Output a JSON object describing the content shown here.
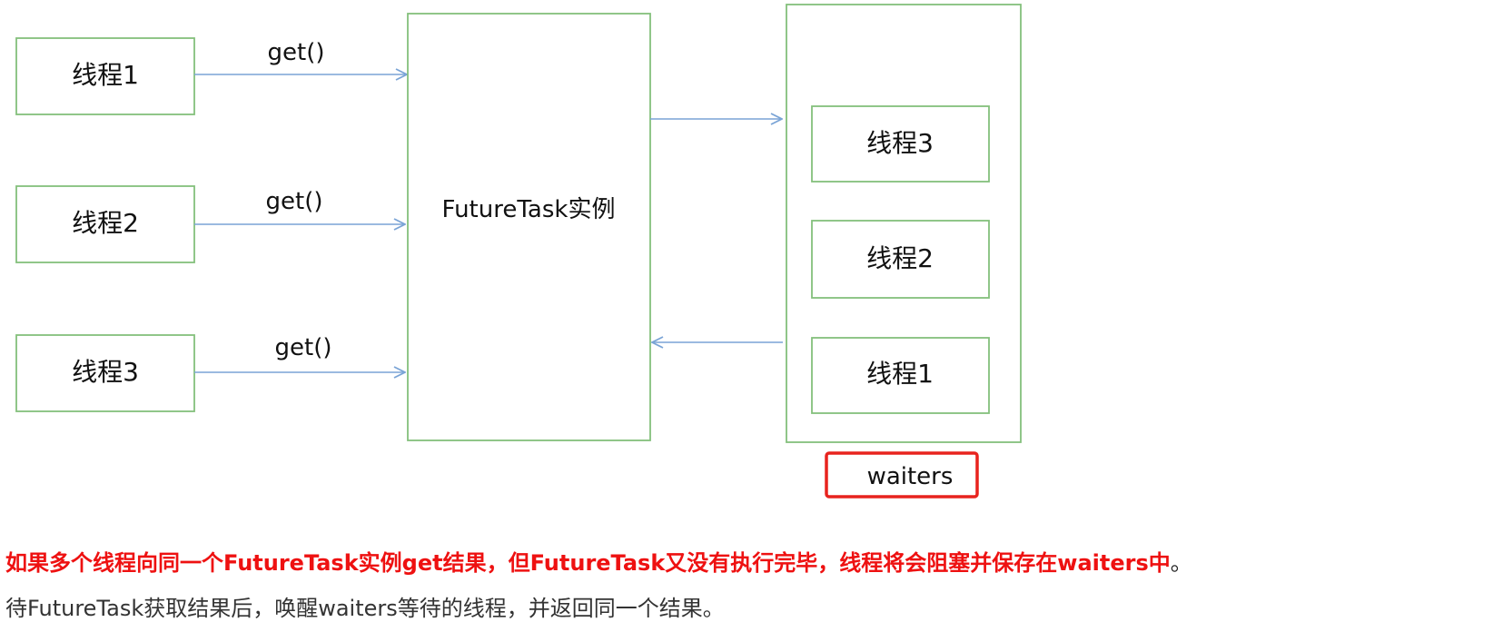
{
  "diagram": {
    "left_threads": [
      "线程1",
      "线程2",
      "线程3"
    ],
    "call_labels": [
      "get()",
      "get()",
      "get()"
    ],
    "futuretask_label": "FutureTask实例",
    "waiters_threads": [
      "线程3",
      "线程2",
      "线程1"
    ],
    "waiters_label": "waiters",
    "colors": {
      "box_border": "#84c07c",
      "arrow": "#7aa4d6",
      "highlight_border": "#e8231e"
    }
  },
  "notes": {
    "highlight_text": "如果多个线程向同一个FutureTask实例get结果，但FutureTask又没有执行完毕，线程将会阻塞并保存在waiters中",
    "highlight_end": "。",
    "plain_text": "待FutureTask获取结果后，唤醒waiters等待的线程，并返回同一个结果。"
  }
}
